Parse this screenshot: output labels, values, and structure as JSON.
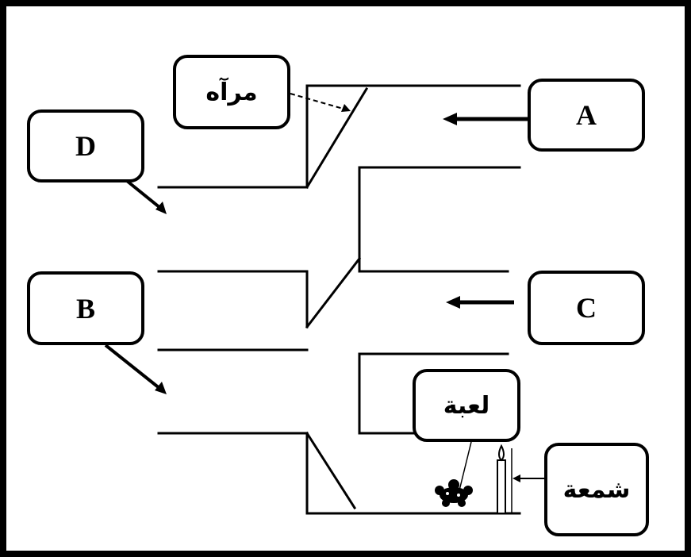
{
  "labels": {
    "mirror": "مرآه",
    "a": "A",
    "b": "B",
    "c": "C",
    "d": "D",
    "toy": "لعبة",
    "candle": "شمعة"
  }
}
